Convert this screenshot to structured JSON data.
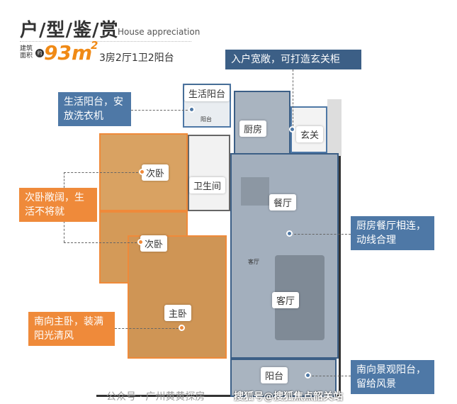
{
  "header": {
    "title": "户/型/鉴/赏",
    "subtitle": "House appreciation",
    "area_label": "建筑面积",
    "approx": "约",
    "area": "93m",
    "area_sup": "2",
    "layout": "3房2厅1卫2阳台"
  },
  "callouts": {
    "entry": "入户宽敞，可打造玄关柜",
    "laundry": "生活阳台，安放洗衣机",
    "second_bed": "次卧敞阔，生活不将就",
    "kitchen_dining": "厨房餐厅相连，动线合理",
    "master": "南向主卧，装满阳光清风",
    "balcony": "南向景观阳台，留给风景"
  },
  "rooms": {
    "laundry_balcony": "生活阳台",
    "kitchen": "厨房",
    "foyer": "玄关",
    "bedroom2a": "次卧",
    "bathroom": "卫生间",
    "dining": "餐厅",
    "bedroom2b": "次卧",
    "living": "客厅",
    "master": "主卧",
    "balcony": "阳台",
    "small_balcony": "阳台",
    "small_living": "客厅"
  },
  "watermark": {
    "main": "搜狐号@搜狐焦点韶关站",
    "sub": "公众号 · 广州黄黄探房"
  },
  "colors": {
    "blue": "#4e78a6",
    "dark_blue": "#3c5f86",
    "orange": "#ef8a3a"
  }
}
